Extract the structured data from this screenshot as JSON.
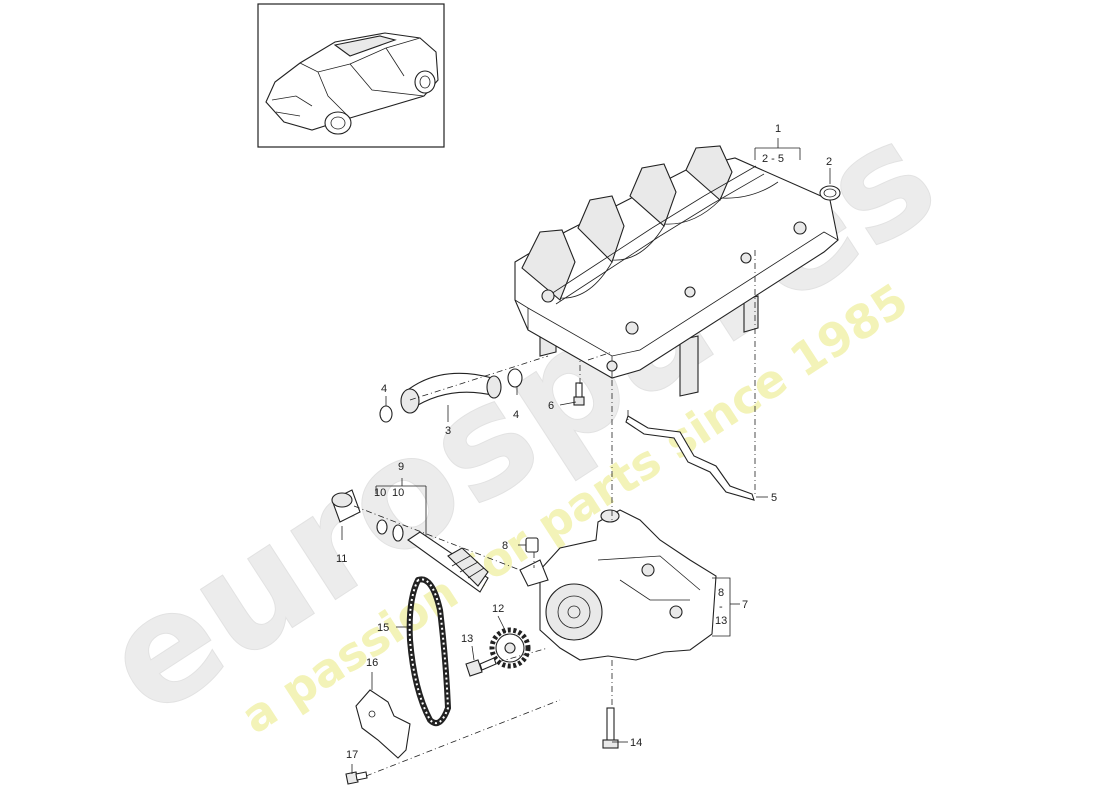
{
  "watermark": {
    "brand": "eurospares",
    "tagline": "a passion for parts since 1985"
  },
  "thumbnail": {
    "icon": "car-suv-icon"
  },
  "callouts": [
    {
      "id": "c1",
      "text": "1"
    },
    {
      "id": "c1range",
      "text": "2 - 5"
    },
    {
      "id": "c2",
      "text": "2"
    },
    {
      "id": "c3",
      "text": "3"
    },
    {
      "id": "c4a",
      "text": "4"
    },
    {
      "id": "c4b",
      "text": "4"
    },
    {
      "id": "c5",
      "text": "5"
    },
    {
      "id": "c6",
      "text": "6"
    },
    {
      "id": "c7",
      "text": "7"
    },
    {
      "id": "c7a",
      "text": "8"
    },
    {
      "id": "c7b",
      "text": "-"
    },
    {
      "id": "c7c",
      "text": "13"
    },
    {
      "id": "c8",
      "text": "8"
    },
    {
      "id": "c9",
      "text": "9"
    },
    {
      "id": "c10a",
      "text": "10"
    },
    {
      "id": "c10b",
      "text": "10"
    },
    {
      "id": "c11",
      "text": "11"
    },
    {
      "id": "c12",
      "text": "12"
    },
    {
      "id": "c13",
      "text": "13"
    },
    {
      "id": "c14",
      "text": "14"
    },
    {
      "id": "c15",
      "text": "15"
    },
    {
      "id": "c16",
      "text": "16"
    },
    {
      "id": "c17",
      "text": "17"
    }
  ]
}
